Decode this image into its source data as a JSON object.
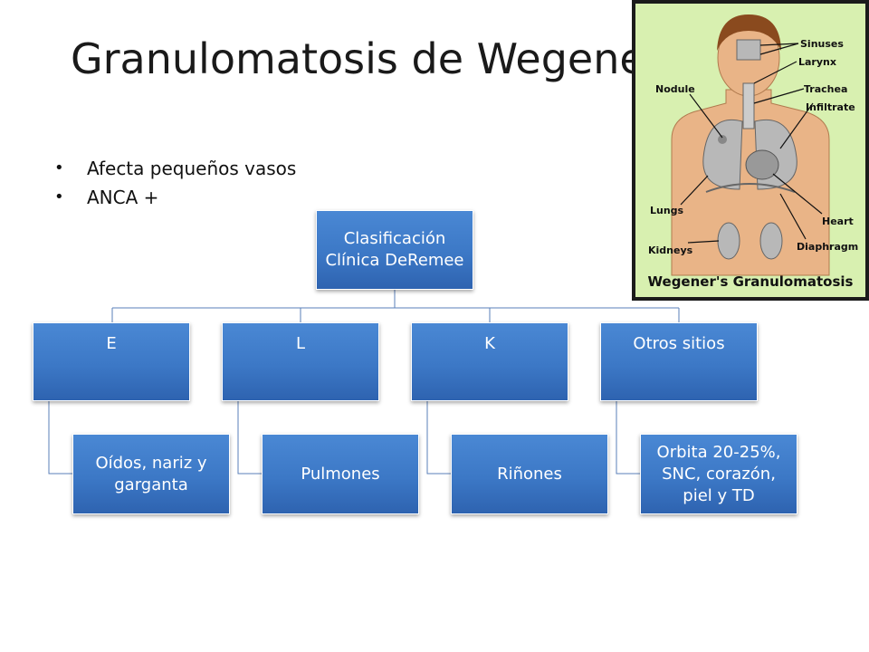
{
  "slide": {
    "title": "Granulomatosis de Wegener",
    "bullets": [
      "Afecta pequeños vasos",
      "ANCA +"
    ]
  },
  "diagram": {
    "root": "Clasificación Clínica DeRemee",
    "branches": [
      {
        "label": "E",
        "child": "Oídos, nariz y garganta"
      },
      {
        "label": "L",
        "child": "Pulmones"
      },
      {
        "label": "K",
        "child": "Riñones"
      },
      {
        "label": "Otros sitios",
        "child": "Orbita 20-25%, SNC, corazón, piel y TD"
      }
    ]
  },
  "figure": {
    "caption": "Wegener's Granulomatosis",
    "labels": {
      "sinuses": "Sinuses",
      "larynx": "Larynx",
      "trachea": "Trachea",
      "infiltrate": "Infiltrate",
      "nodule": "Nodule",
      "lungs": "Lungs",
      "heart": "Heart",
      "diaphragm": "Diaphragm",
      "kidneys": "Kidneys"
    },
    "colors": {
      "background": "#d8f0b0",
      "skin": "#e9b487",
      "hair": "#8a4a1e",
      "organ": "#b8b8b8"
    }
  },
  "colors": {
    "box_top": "#4a88d4",
    "box_bottom": "#2e63b0",
    "connector": "#5a7fb8"
  }
}
